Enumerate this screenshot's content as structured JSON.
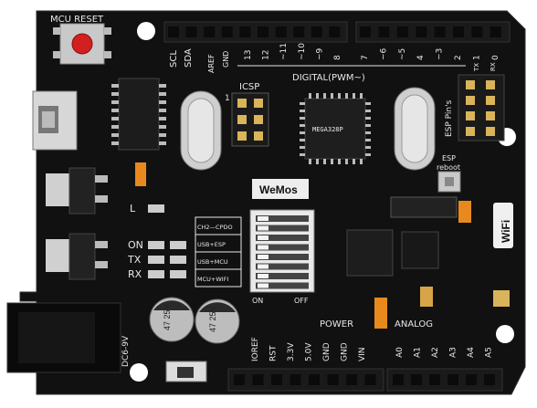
{
  "board": {
    "colors": {
      "pcb": "#111111",
      "silk": "#e8e8e8",
      "header": "#1a1a1a",
      "pin": "#d9b45a",
      "reset_button": "#d22020",
      "hole": "#ffffff"
    },
    "labels": {
      "mcu_reset": "MCU RESET",
      "scl": "SCL",
      "sda": "SDA",
      "aref": "AREF",
      "gnd_top": "GND",
      "icsp": "ICSP",
      "icsp_pin1": "1",
      "digital": "DIGITAL(PWM~)",
      "esp_pins": "ESP Pin's",
      "tx_header": "TX",
      "rx_header": "RX",
      "esp_reboot_1": "ESP",
      "esp_reboot_2": "reboot",
      "wifi": "WiFi",
      "logo": "WeMos",
      "led_l": "L",
      "led_on": "ON",
      "led_tx": "TX",
      "led_rx": "RX",
      "mode_1": "CH2—CPDO",
      "mode_2": "USB+ESP",
      "mode_3": "USB+MCU",
      "mode_4": "MCU+WIFI",
      "dip_on": "ON",
      "dip_off": "OFF",
      "power": "POWER",
      "analog": "ANALOG",
      "dc_jack": "DC6-9V",
      "cap_1": "47 25V",
      "cap_2": "47 25V",
      "chip_main": "MEGA328P"
    },
    "digital_pins": [
      "13",
      "12",
      "~11",
      "~10",
      "~9",
      "8",
      "7",
      "~6",
      "~5",
      "4",
      "~3",
      "2",
      "1",
      "0"
    ],
    "power_pins": [
      "IOREF",
      "RST",
      "3.3V",
      "5.0V",
      "GND",
      "GND",
      "VIN"
    ],
    "analog_pins": [
      "A0",
      "A1",
      "A2",
      "A3",
      "A4",
      "A5"
    ]
  }
}
